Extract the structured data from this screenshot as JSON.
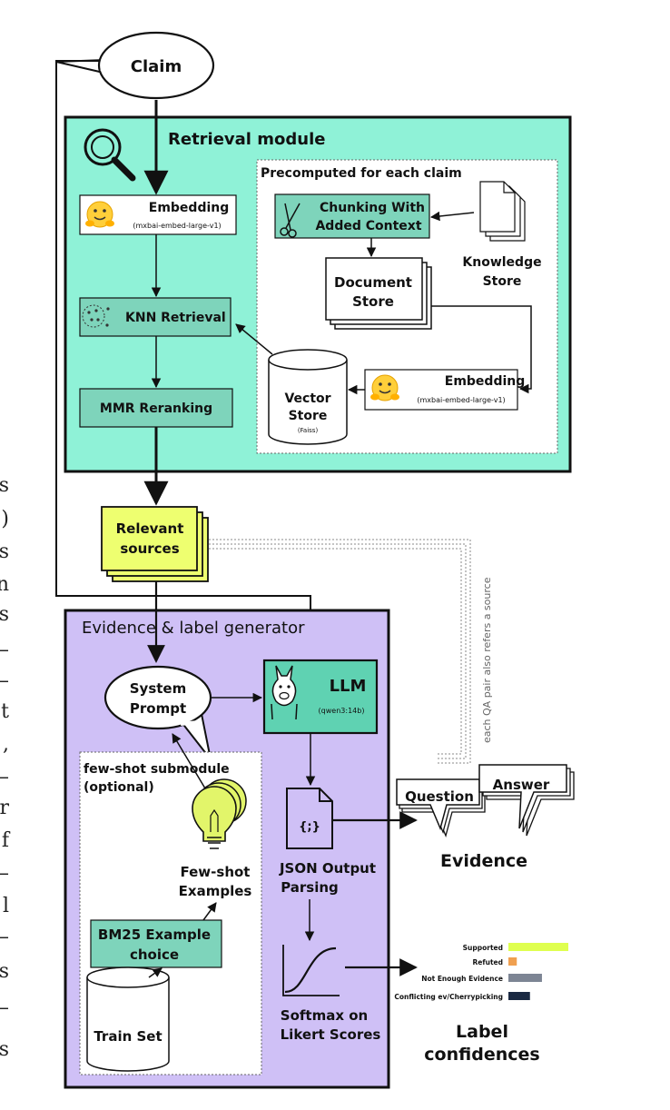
{
  "claim": "Claim",
  "retrieval": {
    "title": "Retrieval module",
    "precomputed_title": "Precomputed for each claim",
    "embedding_label": "Embedding",
    "embedding_model": "(mxbai-embed-large-v1)",
    "knn_label": "KNN Retrieval",
    "mmr_label": "MMR Reranking",
    "chunking_line1": "Chunking With",
    "chunking_line2": "Added Context",
    "knowledge_line1": "Knowledge",
    "knowledge_line2": "Store",
    "docstore_line1": "Document",
    "docstore_line2": "Store",
    "vector_line1": "Vector",
    "vector_line2": "Store",
    "vector_sub": "(Faiss)",
    "embedding2_label": "Embedding",
    "embedding2_model": "(mxbai-embed-large-v1)"
  },
  "relevant_line1": "Relevant",
  "relevant_line2": "sources",
  "side_note": "each QA pair also refers a source",
  "generator": {
    "title": "Evidence & label generator",
    "system_line1": "System",
    "system_line2": "Prompt",
    "llm_label": "LLM",
    "llm_model": "(qwen3:14b)",
    "json_icon": "{;}",
    "fewshot_title_line1": "few-shot submodule",
    "fewshot_title_line2": "(optional)",
    "fewshot_ex_line1": "Few-shot",
    "fewshot_ex_line2": "Examples",
    "bm25_line1": "BM25 Example",
    "bm25_line2": "choice",
    "trainset": "Train Set",
    "json_line1": "JSON Output",
    "json_line2": "Parsing",
    "softmax_line1": "Softmax on",
    "softmax_line2": "Likert Scores"
  },
  "evidence": {
    "question": "Question",
    "answer": "Answer",
    "label": "Evidence"
  },
  "confidences": {
    "title_line1": "Label",
    "title_line2": "confidences",
    "bars": [
      {
        "label": "Supported",
        "value": 1.0,
        "color": "#dfff4f"
      },
      {
        "label": "Refuted",
        "value": 0.14,
        "color": "#f0a050"
      },
      {
        "label": "Not Enough Evidence",
        "value": 0.56,
        "color": "#7d8594"
      },
      {
        "label": "Conflicting ev/Cherrypicking",
        "value": 0.36,
        "color": "#1a2942"
      }
    ]
  },
  "left_margin_glyphs": [
    "s",
    ")",
    "s",
    "n",
    "s",
    "–",
    "–",
    "t",
    ",",
    "–",
    "r",
    "f",
    "–",
    "l",
    "–",
    "s",
    "–",
    "s"
  ],
  "colors": {
    "retrieval_bg": "#8ff2d7",
    "module_green": "#7ed4bb",
    "generator_bg": "#cfc0f6",
    "relevant_bg": "#eeff70",
    "llm_bg": "#5fd2b2",
    "bulb": "#e2f56a"
  }
}
